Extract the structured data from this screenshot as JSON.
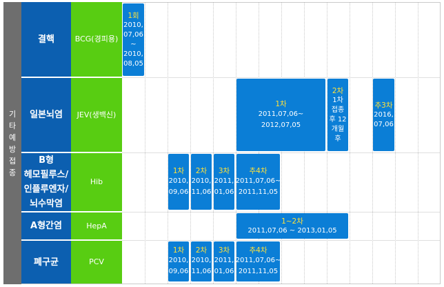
{
  "side_label": "기타예방접종",
  "rows": [
    {
      "disease": "결핵",
      "vaccine": "BCG(경피용)"
    },
    {
      "disease": "일본뇌염",
      "vaccine": "JEV(생백신)"
    },
    {
      "disease": "B형\n헤모필루스/\n인플루엔자/\n뇌수막염",
      "vaccine": "Hib"
    },
    {
      "disease": "A형간염",
      "vaccine": "HepA"
    },
    {
      "disease": "폐구균",
      "vaccine": "PCV"
    }
  ],
  "schedules": [
    {
      "label": "1회",
      "date": "2010,\n07,06\n~\n2010,\n08,05"
    },
    {
      "label": "1차",
      "date": "2011,07,06~\n2012,07,05"
    },
    {
      "label": "2차",
      "date": "1차\n접종\n후 12\n개월\n후"
    },
    {
      "label": "추3차",
      "date": "2016,\n07,06"
    },
    {
      "label": "1차",
      "date": "2010,\n09,06"
    },
    {
      "label": "2차",
      "date": "2010,\n11,06"
    },
    {
      "label": "3차",
      "date": "2011,\n01,06"
    },
    {
      "label": "추4차",
      "date": "2011,07,06~\n2011,11,05"
    },
    {
      "label": "1~2차",
      "date": "2011,07,06 ~ 2013,01,05"
    },
    {
      "label": "1차",
      "date": "2010,\n09,06"
    },
    {
      "label": "2차",
      "date": "2010,\n11,06"
    },
    {
      "label": "3차",
      "date": "2011,\n01,06"
    },
    {
      "label": "추4차",
      "date": "2011,07,06~\n2011,11,05"
    }
  ]
}
